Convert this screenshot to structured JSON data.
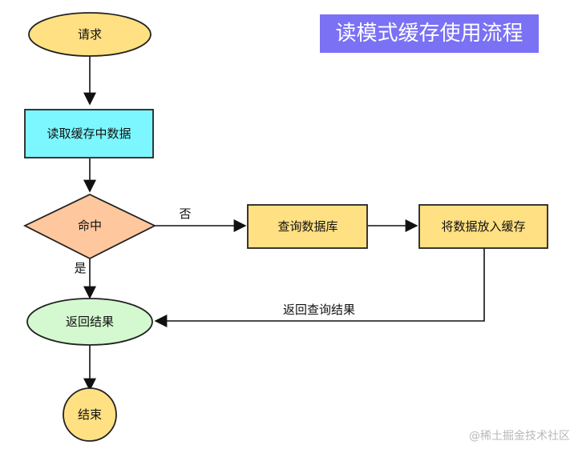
{
  "title": "读模式缓存使用流程",
  "nodes": {
    "request": "请求",
    "read_cache": "读取缓存中数据",
    "hit": "命中",
    "query_db": "查询数据库",
    "put_cache": "将数据放入缓存",
    "return_result": "返回结果",
    "end": "结束"
  },
  "edges": {
    "no": "否",
    "yes": "是",
    "return_query_result": "返回查询结果"
  },
  "watermark": "@稀土掘金技术社区",
  "colors": {
    "start_end_fill": "#ffe082",
    "process_cyan": "#7df7ff",
    "decision_fill": "#ffc79d",
    "process_yellow": "#ffe082",
    "return_fill": "#d4f8cf",
    "title_bg": "#7a71f4"
  }
}
